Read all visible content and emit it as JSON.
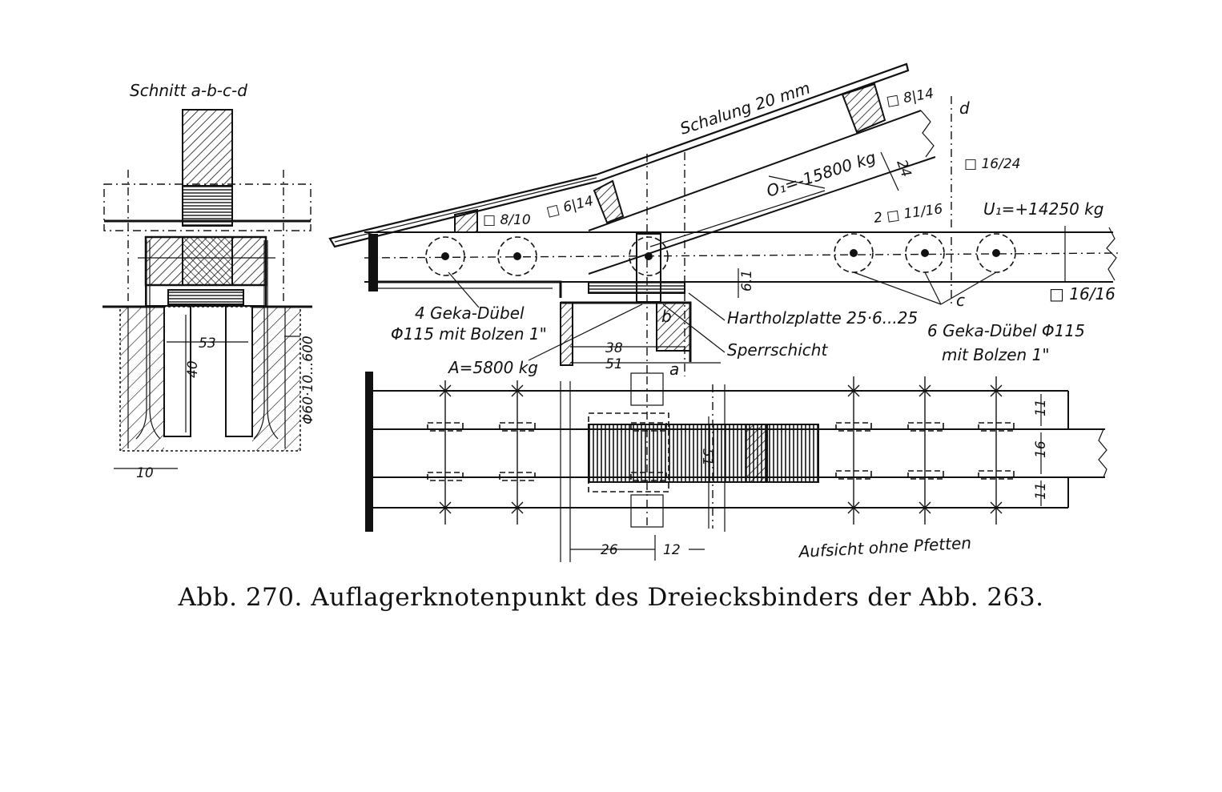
{
  "section": {
    "title": "Schnitt a-b-c-d",
    "dim_53": "53",
    "dim_40": "40",
    "dim_10": "10",
    "anchor": "Φ60·10...600"
  },
  "elevation": {
    "sheathing": "Schalung 20 mm",
    "purlin_top": "□ 8|14",
    "purlin_left": "□ 8/10",
    "strut": "□ 6|14",
    "upper_chord_force": "O₁=-15800 kg",
    "dim_24": "24",
    "upper_chord_size": "□ 16/24",
    "point_d": "d",
    "lower_chord_force": "U₁=+14250 kg",
    "lower_plates": "2 □ 11/16",
    "dim_61": "6,1",
    "dowels_left": "4 Geka-Dübel",
    "dowels_left_2": "Φ115 mit Bolzen 1\"",
    "point_b": "b",
    "point_c": "c",
    "lower_chord_size": "□ 16/16",
    "hardwood_plate": "Hartholzplatte 25·6...25",
    "barrier": "Sperrschicht",
    "dowels_right": "6 Geka-Dübel Φ115",
    "dowels_right_2": "mit Bolzen 1\"",
    "reaction": "A=5800 kg",
    "dim_38": "38",
    "dim_51": "51",
    "point_a": "a"
  },
  "plan": {
    "dim_11_top": "11",
    "dim_16": "16",
    "dim_11_bottom": "11",
    "dim_51": "51",
    "dim_26": "26",
    "dim_12": "12",
    "title": "Aufsicht ohne Pfetten"
  },
  "caption": "Abb. 270. Auflagerknotenpunkt des Dreiecksbinders der Abb. 263."
}
